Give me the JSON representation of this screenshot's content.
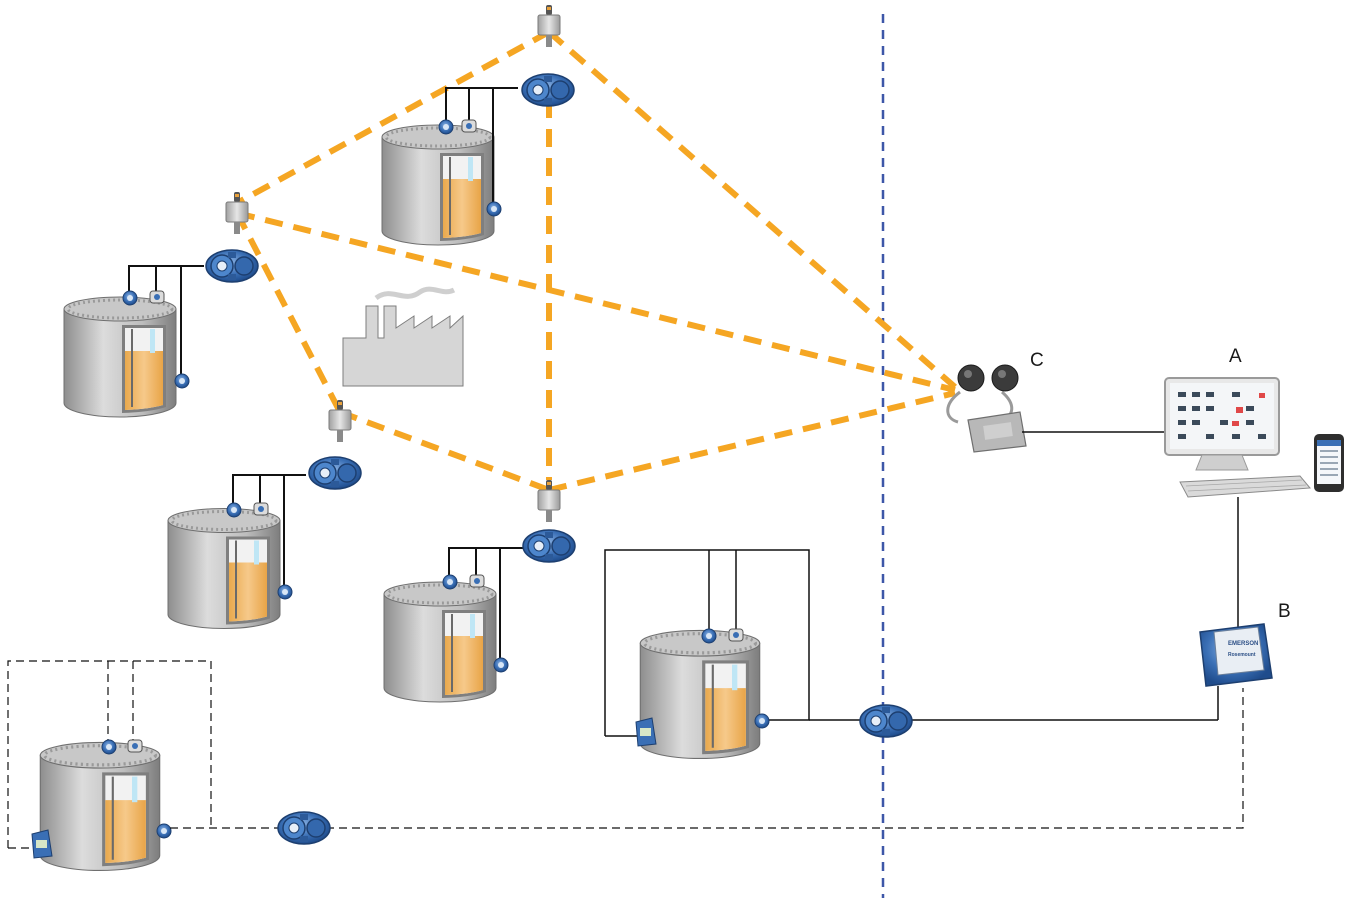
{
  "labels": {
    "host": "A",
    "gateway": "B",
    "wireless_gateway": "C"
  },
  "gateway_device": {
    "brand": "EMERSON",
    "model": "Rosemount"
  },
  "tanks": [
    {
      "id": "tank-1",
      "style": "wireless"
    },
    {
      "id": "tank-2",
      "style": "wireless"
    },
    {
      "id": "tank-3",
      "style": "wireless"
    },
    {
      "id": "tank-4",
      "style": "wireless"
    },
    {
      "id": "tank-5",
      "style": "wired"
    },
    {
      "id": "tank-6",
      "style": "wired-dashed"
    }
  ],
  "icons": [
    "tank-icon",
    "transmitter-icon",
    "wireless-adapter-icon",
    "factory-icon",
    "wireless-gateway-icon",
    "host-computer-icon",
    "smartphone-icon",
    "system-hub-icon"
  ],
  "colors": {
    "wireless_link": "#f5a623",
    "boundary": "#3d57a8",
    "device_blue": "#3a6fb5",
    "product": "#f0b563",
    "tank_steel": "#b9b9b9",
    "wire": "#111111"
  }
}
